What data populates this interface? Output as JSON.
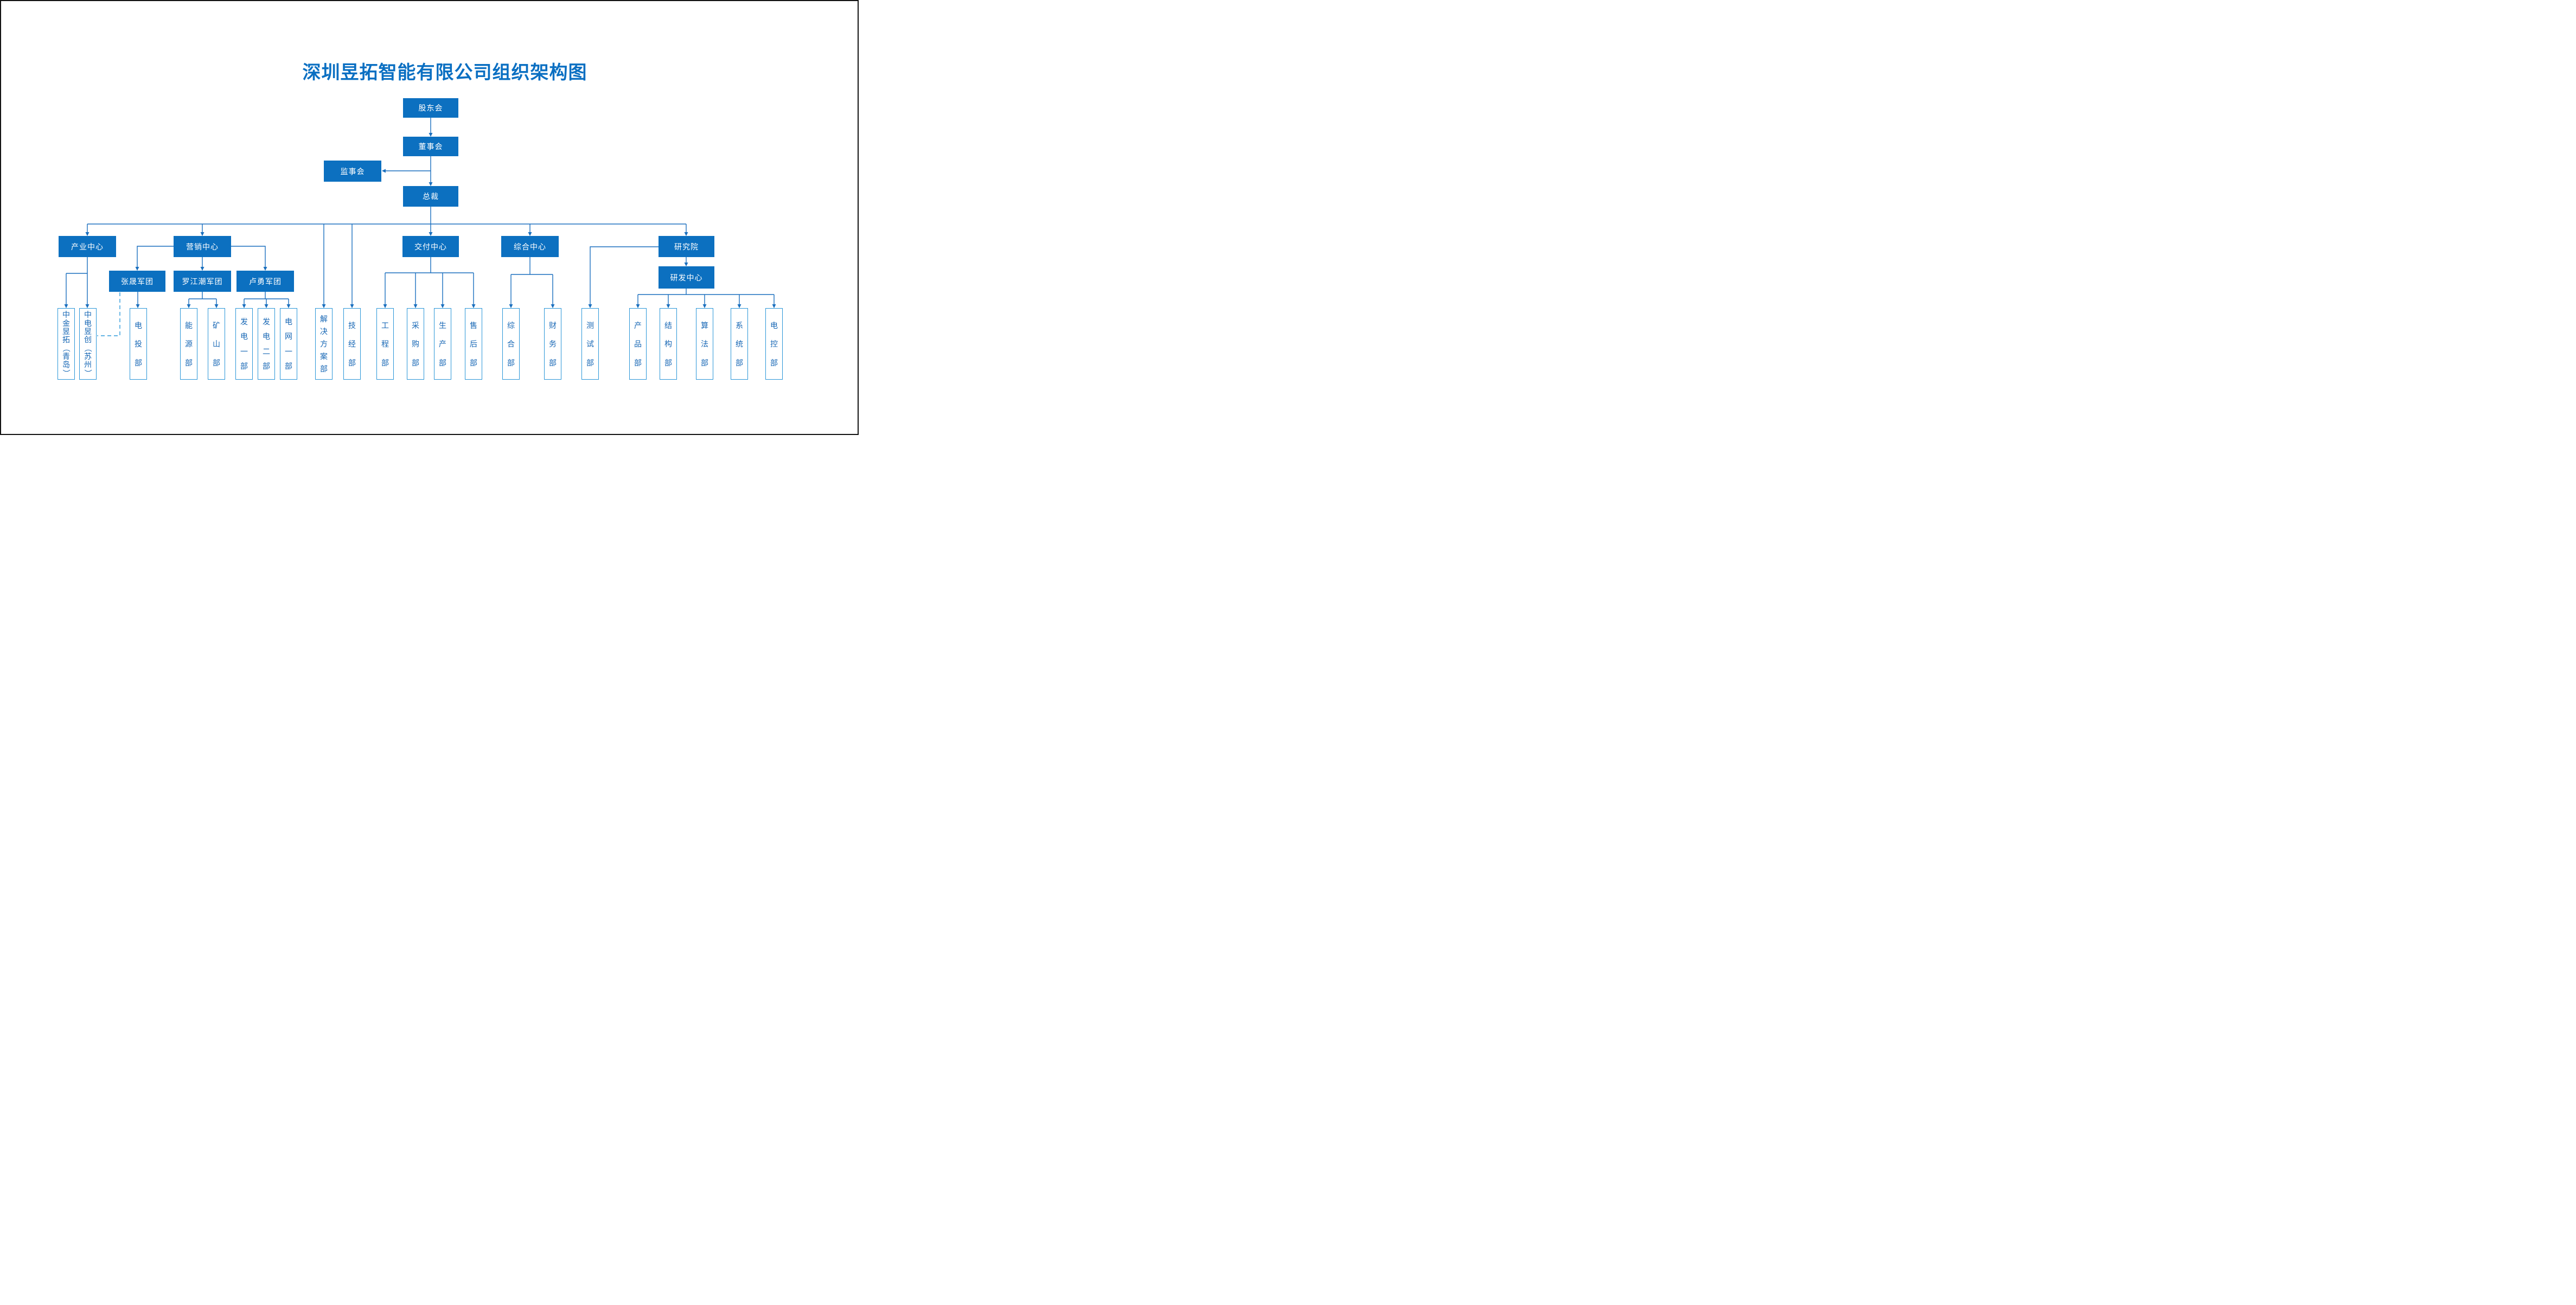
{
  "title": "深圳昱拓智能有限公司组织架构图",
  "colors": {
    "accent": "#0c70c0",
    "line": "#1a6fbe",
    "dashed": "#2e9bdc",
    "deptborder": "#2a96d8",
    "depttext": "#1767b5",
    "titlecolor": "#0a6fc2",
    "frame": "#111111"
  },
  "nodes": {
    "shareholders": "股东会",
    "board": "董事会",
    "supervisors": "监事会",
    "president": "总裁",
    "industry": "产业中心",
    "marketing": "营销中心",
    "delivery": "交付中心",
    "general": "综合中心",
    "institute": "研究院",
    "zhangsheng": "张晟军团",
    "luojiangchao": "罗江潮军团",
    "luyong": "卢勇军团",
    "rdcenter": "研发中心",
    "zj_yutuo": "中金昱拓（青岛）",
    "zd_yuchuang": "中电昱创（苏州）",
    "diantou": "电投部",
    "nengyuan": "能源部",
    "kuangshan": "矿山部",
    "fadian1": "发电一部",
    "fadian2": "发电二部",
    "dianwang1": "电网一部",
    "jiejue": "解决方案部",
    "jijing": "技经部",
    "gongcheng": "工程部",
    "caigou": "采购部",
    "shengchan": "生产部",
    "shouhou": "售后部",
    "zonghe": "综合部",
    "caiwu": "财务部",
    "ceshi": "测试部",
    "chanpin": "产品部",
    "jiegou": "结构部",
    "suanfa": "算法部",
    "xitong": "系统部",
    "diankong": "电控部"
  }
}
